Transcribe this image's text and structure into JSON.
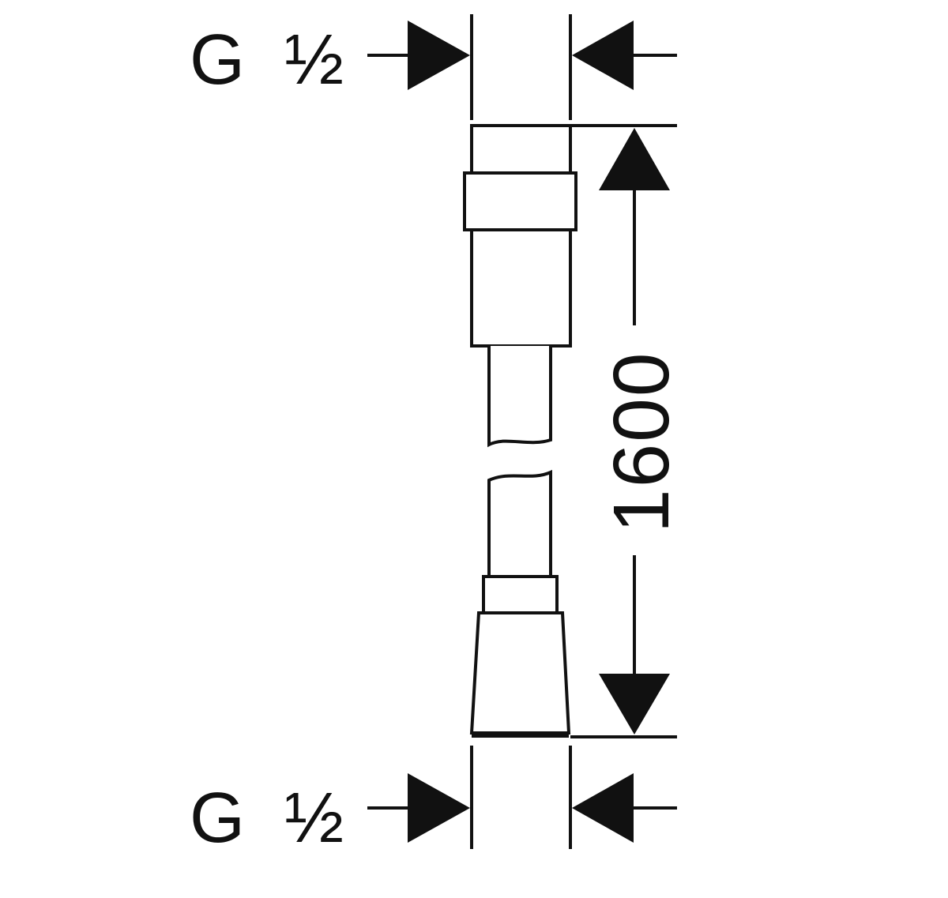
{
  "thread_top": {
    "letter": "G",
    "size": "½"
  },
  "thread_bottom": {
    "letter": "G",
    "size": "½"
  },
  "length_dimension": {
    "value": "1600"
  },
  "colors": {
    "ink": "#111111",
    "background": "#ffffff"
  }
}
